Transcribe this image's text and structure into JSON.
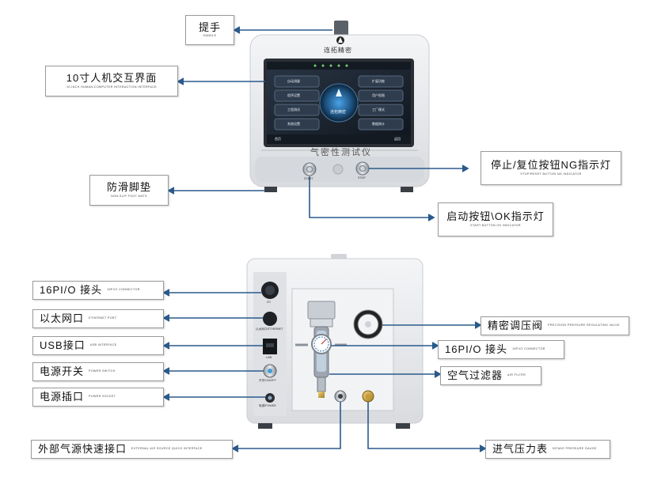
{
  "front": {
    "brand": "连拓精密",
    "panel_title": "气密性测试仪",
    "screen": {
      "buttons_left": [
        "自动测量",
        "程序设置",
        "工程测试",
        "系统设置"
      ],
      "buttons_right": [
        "扩展功能",
        "用户权限",
        "工厂模式",
        "数据统计"
      ],
      "center_brand": "连拓精密",
      "footer_left": "首页",
      "footer_right": "返回"
    },
    "button_captions": [
      "START",
      "STOP"
    ]
  },
  "labels": {
    "handle": {
      "zh": "提手",
      "en": "HANDLE"
    },
    "hmi": {
      "zh": "10寸人机交互界面",
      "en": "10-INCH HUMAN-COMPUTER INTERACTION INTERFACE"
    },
    "stop": {
      "zh": "停止/复位按钮NG指示灯",
      "en": "STOP/RESET BUTTON NG INDICATOR"
    },
    "feet": {
      "zh": "防滑脚垫",
      "en": "NON-SLIP FOOT MATS"
    },
    "start": {
      "zh": "启动按钮\\OK指示灯",
      "en": "START BUTTON OK INDICATOR"
    },
    "io16_left": {
      "zh": "16PI/O 接头",
      "en": "16PI/O CONNECTOR"
    },
    "ethernet": {
      "zh": "以太网口",
      "en": "ETHERNET PORT"
    },
    "usb": {
      "zh": "USB接口",
      "en": "USB INTERFACE"
    },
    "power_switch": {
      "zh": "电源开关",
      "en": "POWER SWITCH"
    },
    "power_socket": {
      "zh": "电源插口",
      "en": "POWER SOCKET"
    },
    "regulator": {
      "zh": "精密调压阀",
      "en": "PRECISION PRESSURE REGULATING VALVE"
    },
    "io16_right": {
      "zh": "16PI/O 接头",
      "en": "16PI/O CONNECTOR"
    },
    "filter": {
      "zh": "空气过滤器",
      "en": "AIR FILTER"
    },
    "quick": {
      "zh": "外部气源快速接口",
      "en": "EXTERNAL AIR SOURCE QUICK INTERFACE"
    },
    "gauge": {
      "zh": "进气压力表",
      "en": "INTAKE PRESSURE GAUGE"
    }
  },
  "back": {
    "port_captions": [
      "I/O",
      "以太网口/ETHERNET",
      "USB",
      "开关/ON/OFF",
      "电源/POWER"
    ]
  },
  "colors": {
    "arrow": "#2a5a8c",
    "panel": "#e6e7ea",
    "screen": "#1b2430"
  }
}
